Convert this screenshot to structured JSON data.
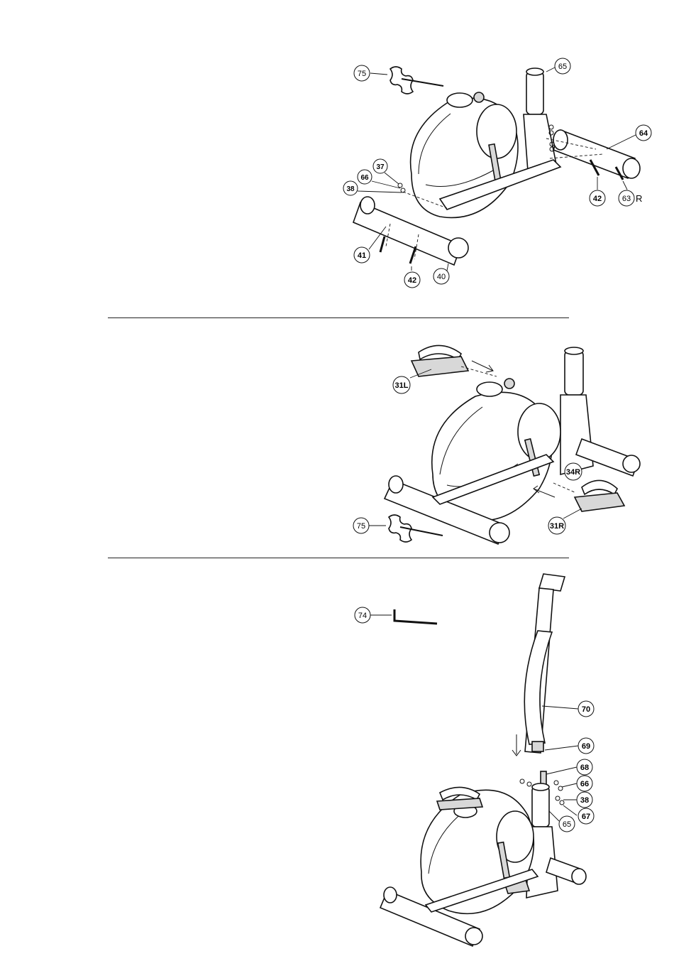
{
  "steps": [
    {
      "callouts": {
        "c75": "75",
        "c65": "65",
        "c64": "64",
        "c37": "37",
        "c66": "66",
        "c38": "38",
        "c42a": "42",
        "c63": "63",
        "c63suffix": "R",
        "c41": "41",
        "c42b": "42",
        "c40": "40"
      },
      "icons": {
        "tool": "cross-wrench-icon"
      }
    },
    {
      "callouts": {
        "c31L": "31L",
        "c34R": "34R",
        "c31R": "31R",
        "c75": "75"
      },
      "icons": {
        "tool": "cross-wrench-icon"
      }
    },
    {
      "callouts": {
        "c74": "74",
        "c70": "70",
        "c69": "69",
        "c68": "68",
        "c66": "66",
        "c38": "38",
        "c67": "67",
        "c65": "65"
      },
      "icons": {
        "tool": "allen-key-icon"
      }
    }
  ]
}
